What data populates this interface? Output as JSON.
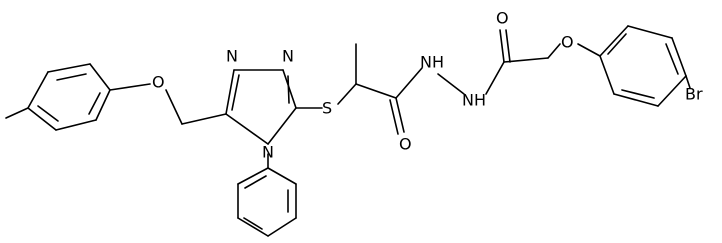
{
  "atoms": {
    "O_ether_left": "O",
    "N_triazole_1": "N",
    "N_triazole_2": "N",
    "N_triazole_4": "N",
    "S": "S",
    "O_amide_1": "O",
    "NH_1": "NH",
    "NH_2": "NH",
    "O_amide_2": "O",
    "O_ether_right": "O",
    "Br": "Br"
  },
  "colors": {
    "ink": "#000000",
    "background": "#ffffff"
  }
}
